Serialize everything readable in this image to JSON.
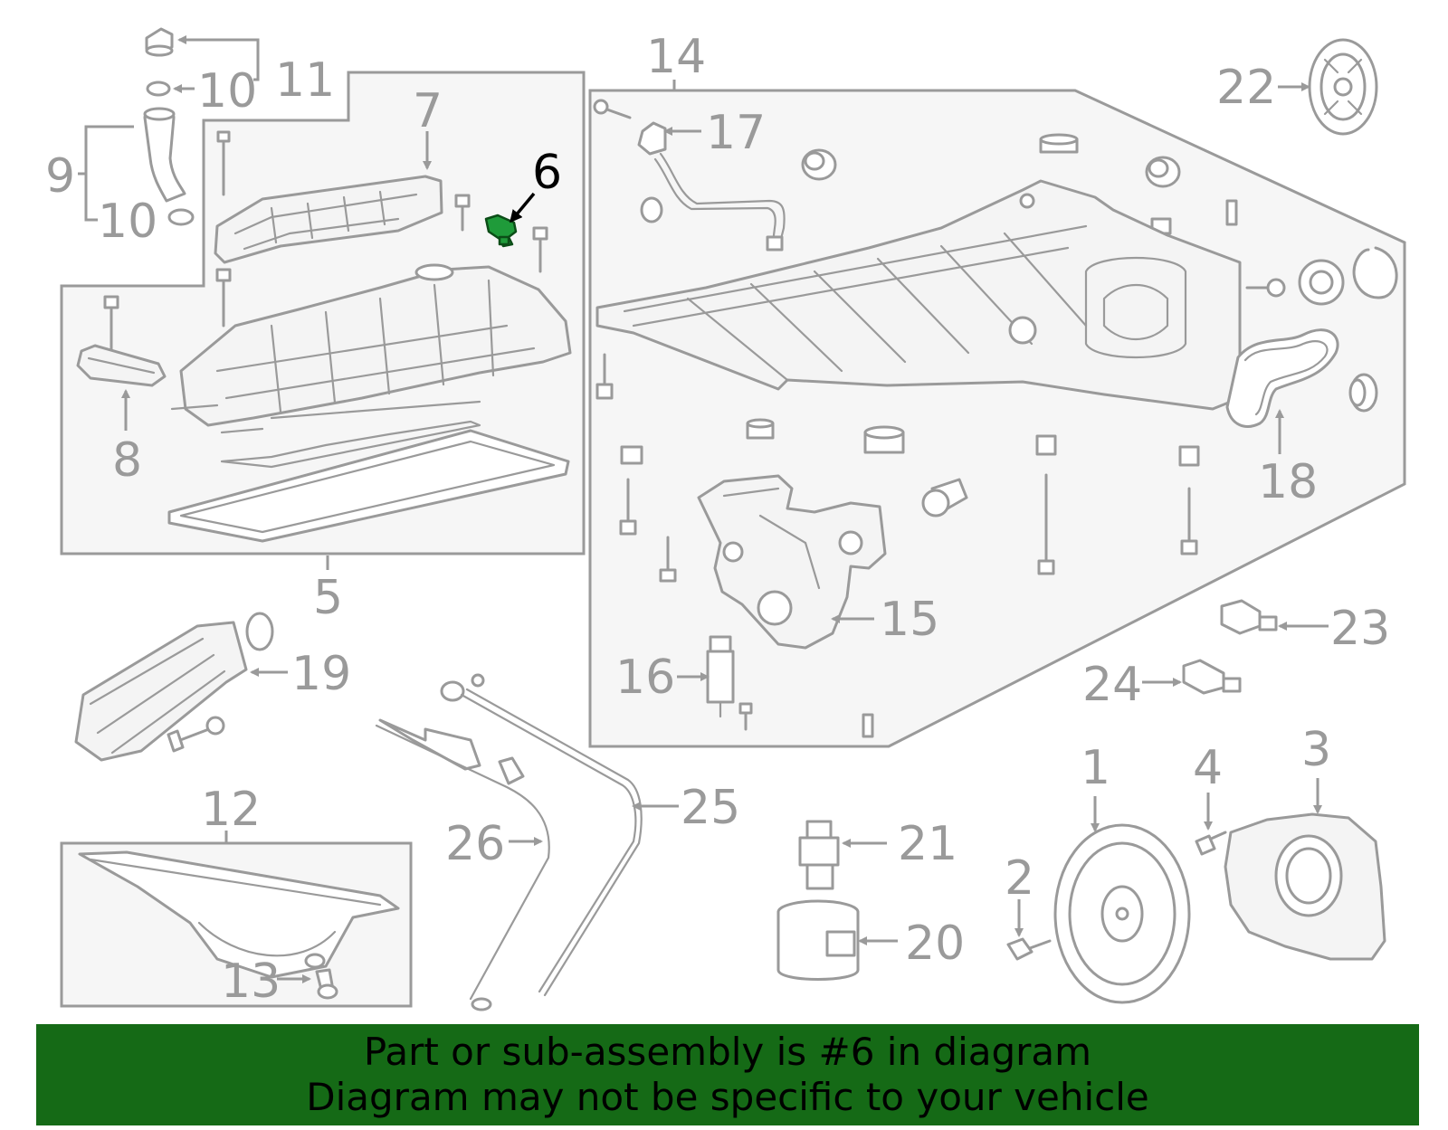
{
  "callouts": {
    "c1": "1",
    "c2": "2",
    "c3": "3",
    "c4": "4",
    "c5": "5",
    "c6": "6",
    "c7": "7",
    "c8": "8",
    "c9": "9",
    "c10": "10",
    "c11": "11",
    "c12": "12",
    "c13": "13",
    "c14": "14",
    "c15": "15",
    "c16": "16",
    "c17": "17",
    "c18": "18",
    "c19": "19",
    "c20": "20",
    "c21": "21",
    "c22": "22",
    "c23": "23",
    "c24": "24",
    "c25": "25",
    "c26": "26"
  },
  "highlighted_callout": "6",
  "banner": {
    "line1": "Part or sub-assembly is #6 in diagram",
    "line2": "Diagram may not be specific to your vehicle"
  },
  "colors": {
    "banner_background": "#156a16",
    "highlight_part": "#1f9b3a",
    "line_art": "#9a9a9a"
  }
}
